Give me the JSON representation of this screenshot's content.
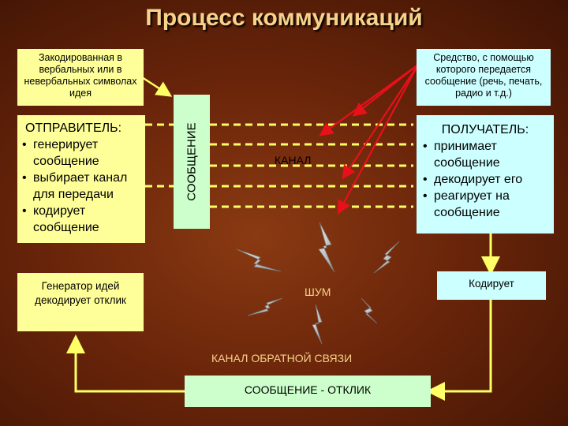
{
  "title": "Процесс коммуникаций",
  "encoded_note": "Закодированная в вербальных или в невербальных символах идея",
  "medium_note": "Средство, с помощью которого передается сообщение (речь, печать, радио и т.д.)",
  "sender": {
    "heading": "ОТПРАВИТЕЛЬ:",
    "items": [
      "генерирует сообщение",
      "выбирает канал для передачи",
      "кодирует сообщение"
    ]
  },
  "message_label": "СООБЩЕНИЕ",
  "channel_label": "КАНАЛ",
  "receiver": {
    "heading": "ПОЛУЧАТЕЛЬ:",
    "items": [
      "принимает сообщение",
      "декодирует его",
      "реагирует на сообщение"
    ]
  },
  "idea_generator": "Генератор идей декодирует отклик",
  "encodes": "Кодирует",
  "noise_label": "ШУМ",
  "feedback_channel": "КАНАЛ ОБРАТНОЙ СВЯЗИ",
  "response_message": "СООБЩЕНИЕ - ОТКЛИК",
  "colors": {
    "yellow_box": "#ffff99",
    "cyan_box": "#ccffff",
    "green_box": "#ccffcc",
    "arrow_yellow": "#ffff66",
    "red_line": "#e8101a",
    "title": "#f6d28a"
  }
}
